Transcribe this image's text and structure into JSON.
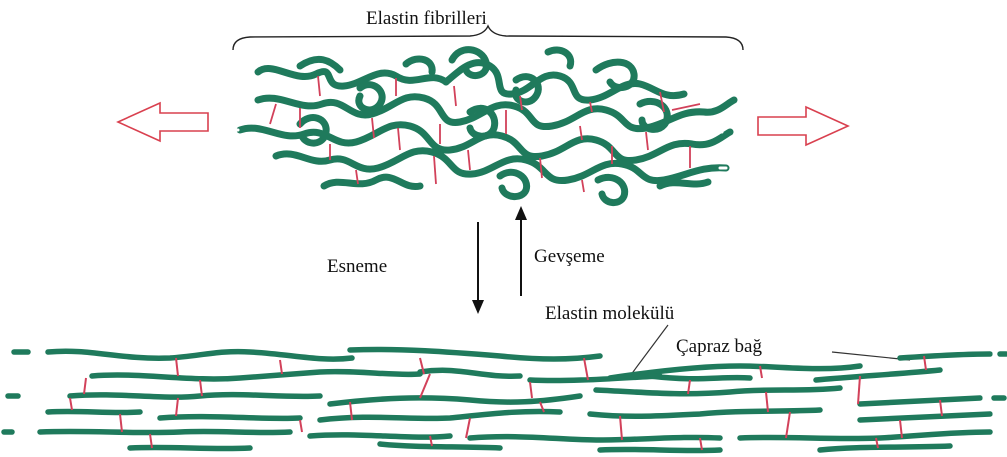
{
  "labels": {
    "fibrils": "Elastin fibrilleri",
    "stretch": "Esneme",
    "relax": "Gevşeme",
    "molecule": "Elastin molekülü",
    "crosslink": "Çapraz bağ"
  },
  "colors": {
    "fiber": "#1f7a5c",
    "crosslink": "#d2415a",
    "arrow_outline": "#d9404f",
    "text": "#111111"
  },
  "icons": {
    "left_arrow": "hollow-left-arrow-icon",
    "right_arrow": "hollow-right-arrow-icon",
    "stretch_arrow": "down-arrow-icon",
    "relax_arrow": "up-arrow-icon"
  }
}
